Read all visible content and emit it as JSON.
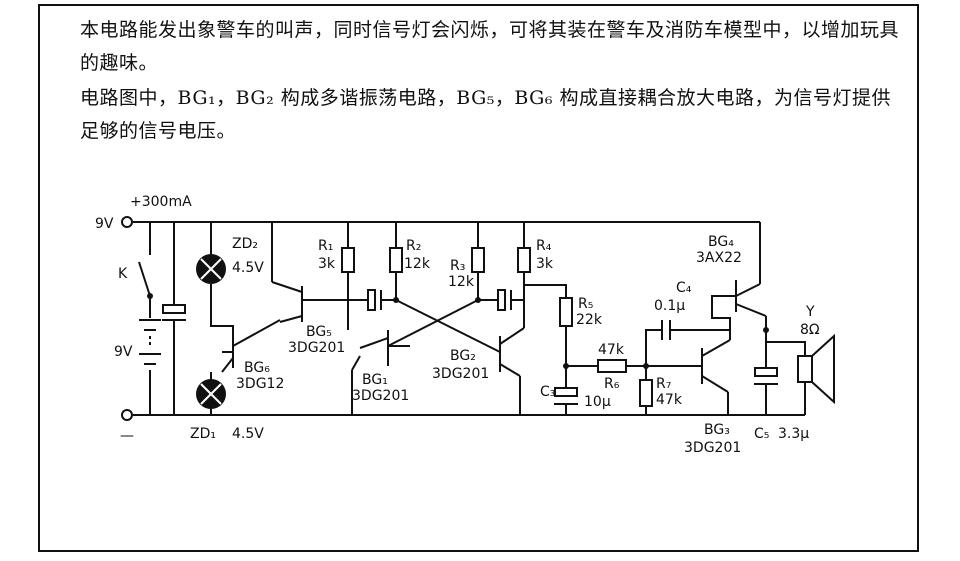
{
  "description": {
    "paragraph1": "本电路能发出象警车的叫声，同时信号灯会闪烁，可将其装在警车及消防车模型中，以增加玩具的趣味。",
    "paragraph2": "电路图中，BG₁，BG₂ 构成多谐振荡电路，BG₅，BG₆ 构成直接耦合放大电路，为信号灯提供足够的信号电压。"
  },
  "schematic": {
    "supply_voltage": "9V",
    "current_label": "+300mA",
    "switch_label": "K",
    "battery_voltage": "9V",
    "ground_label": "—",
    "zd2_label": "ZD₂",
    "zd2_value": "4.5V",
    "zd1_label": "ZD₁",
    "zd1_value": "4.5V",
    "bg6_label": "BG₆",
    "bg6_type": "3DG12",
    "bg5_label": "BG₅",
    "bg5_type": "3DG201",
    "bg1_label": "BG₁",
    "bg1_type": "3DG201",
    "bg2_label": "BG₂",
    "bg2_type": "3DG201",
    "bg3_label": "BG₃",
    "bg3_type": "3DG201",
    "bg4_label": "BG₄",
    "bg4_type": "3AX22",
    "r1_label": "R₁",
    "r1_value": "3k",
    "r2_label": "R₂",
    "r2_value": "12k",
    "r3_label": "R₃",
    "r3_value": "12k",
    "r4_label": "R₄",
    "r4_value": "3k",
    "r5_label": "R₅",
    "r5_value": "22k",
    "r6_label": "R₆",
    "r6_value": "47k",
    "r7_label": "R₇",
    "r7_value": "47k",
    "c3_label": "C₃",
    "c3_value": "10μ",
    "c4_label": "C₄",
    "c4_value": "0.1μ",
    "c5_label": "C₅",
    "c5_value": "3.3μ",
    "speaker_label": "Y",
    "speaker_value": "8Ω"
  }
}
